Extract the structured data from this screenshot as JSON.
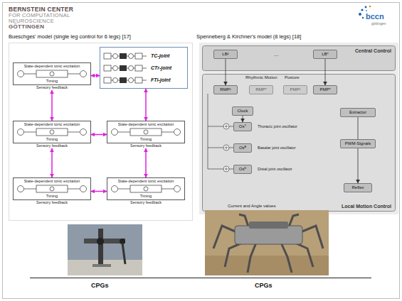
{
  "diagram": {
    "nodes": [
      {
        "text": [
          "State-dependent tonic excitation",
          "Timing",
          "Sensory feedback"
        ]
      },
      {
        "text": [
          "TC-joint",
          "CTr-joint",
          "FTi-joint"
        ]
      },
      {
        "text": [
          "State-dependent tonic excitation",
          "Timing",
          "Sensory feedback"
        ]
      },
      {
        "text": [
          "State-dependent tonic excitation",
          "Timing",
          "Sensory feedback"
        ]
      },
      {
        "text": [
          "State-dependent tonic excitation",
          "Timing",
          "Sensory feedback"
        ]
      },
      {
        "text": [
          "State-dependent tonic excitation",
          "Timing",
          "Sensory feedback"
        ]
      },
      {
        "text": [
          "Central Control"
        ]
      },
      {
        "text": [
          "LB¹"
        ],
        "in": 6
      },
      {
        "text": [
          "LBⁿ"
        ],
        "in": 6
      },
      {
        "text": [
          "Local Motion Control"
        ]
      },
      {
        "text": [
          "RMP¹"
        ],
        "in": 9
      },
      {
        "text": [
          "RMPⁿ"
        ],
        "in": 9
      },
      {
        "text": [
          "PMP¹"
        ],
        "in": 9
      },
      {
        "text": [
          "PMPⁿ"
        ],
        "in": 9
      },
      {
        "text": [
          "Clock"
        ],
        "in": 9
      },
      {
        "text": [
          "Osᵀ"
        ],
        "in": 9
      },
      {
        "text": [
          "Osᴮ"
        ],
        "in": 9
      },
      {
        "text": [
          "Osᴰ"
        ],
        "in": 9
      },
      {
        "text": [
          "Extractor"
        ],
        "in": 9
      },
      {
        "text": [
          "PWM-Signals"
        ],
        "in": 9
      },
      {
        "text": [
          "Reflex"
        ],
        "in": 9
      }
    ],
    "edges": [
      {
        "from": 0,
        "to": 1,
        "arrow": "both"
      },
      {
        "from": 0,
        "to": 2,
        "arrow": "both"
      },
      {
        "from": 1,
        "to": 3,
        "arrow": "both"
      },
      {
        "from": 2,
        "to": 3,
        "arrow": "both"
      },
      {
        "from": 2,
        "to": 4,
        "arrow": "both"
      },
      {
        "from": 3,
        "to": 5,
        "arrow": "both"
      },
      {
        "from": 4,
        "to": 5,
        "arrow": "both"
      },
      {
        "from": 7,
        "to": 10,
        "arrow": "to"
      },
      {
        "from": 8,
        "to": 13,
        "arrow": "to"
      },
      {
        "from": 14,
        "to": 15,
        "arrow": "to"
      },
      {
        "from": 18,
        "to": 19,
        "arrow": "none"
      },
      {
        "from": 19,
        "to": 20,
        "arrow": "to"
      }
    ],
    "labels": [
      "BERNSTEIN CENTER",
      "FOR COMPUTATIONAL",
      "NEUROSCIENCE",
      "GÖTTINGEN",
      "bccn",
      "göttingen",
      "Bueschges' model (single leg control for 6 legs) [17]",
      "Spenneberg & Kirchner's model (8 legs) [18]",
      "...",
      "Rhythmic Motion",
      "Posture",
      "Thoracic joint oscillator",
      "Basalar joint oscillator",
      "Distal joint oscillator",
      "Current and Angle values",
      "CPGs",
      "CPGs"
    ]
  }
}
